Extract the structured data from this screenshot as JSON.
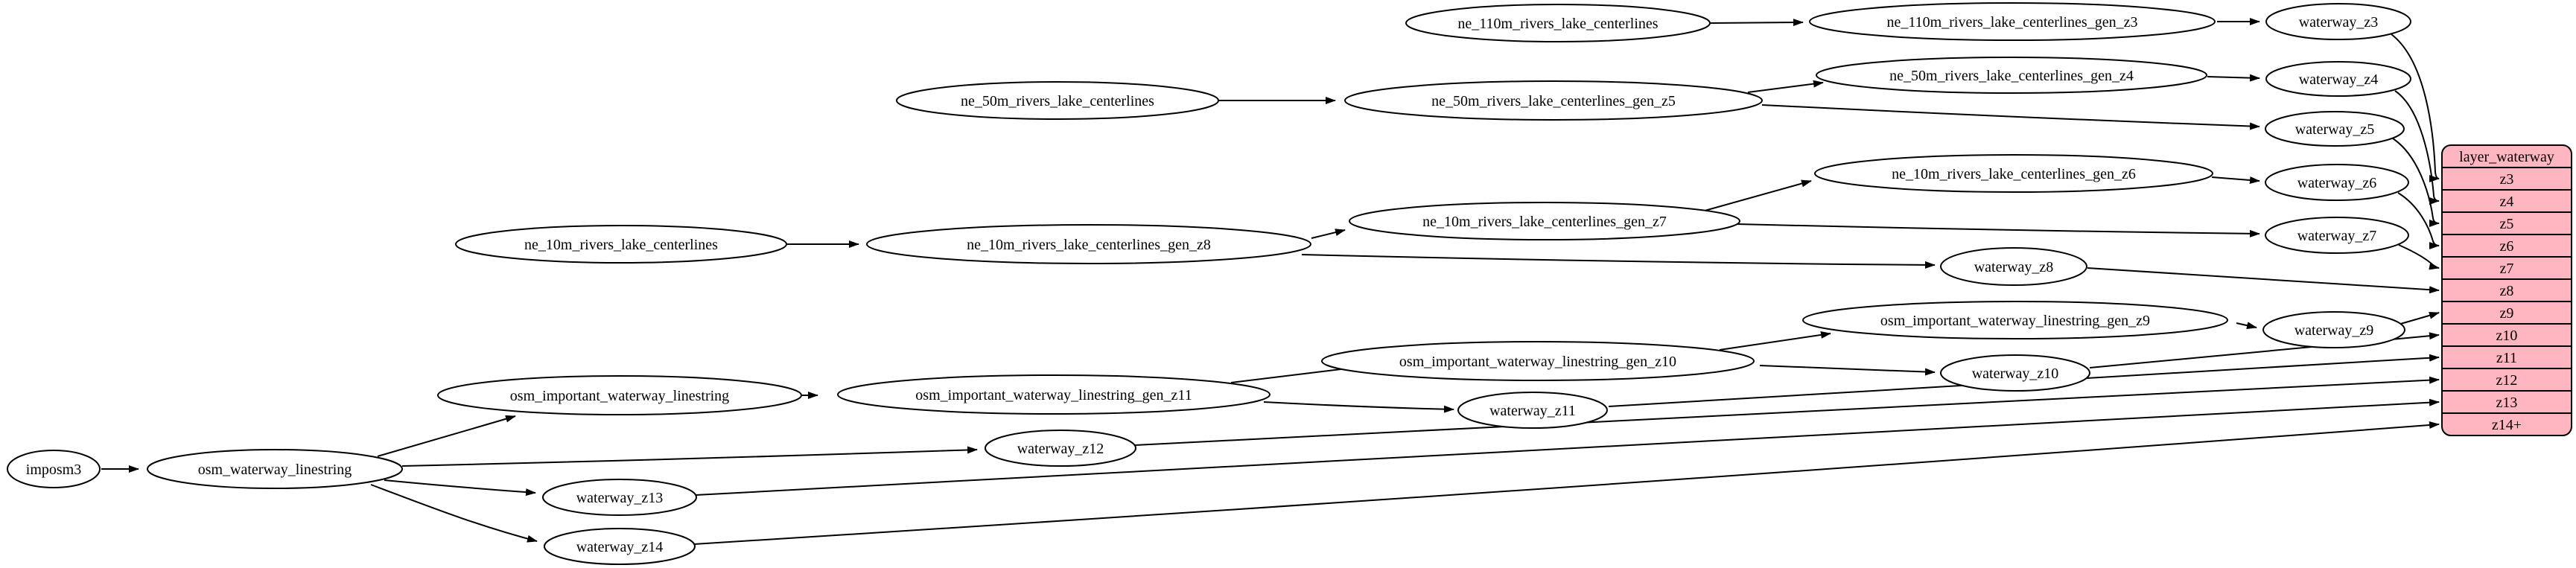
{
  "diagram": {
    "kind": "etl-dependency-graph",
    "colors": {
      "record_fill": "#ffb6c1",
      "node_fill": "#ffffff",
      "edge": "#000000",
      "text": "#000000"
    }
  },
  "nodes": {
    "imposm3": {
      "label": "imposm3"
    },
    "osm_waterway_linestring": {
      "label": "osm_waterway_linestring"
    },
    "osm_important_waterway_linestring": {
      "label": "osm_important_waterway_linestring"
    },
    "osm_important_waterway_linestring_gen_z11": {
      "label": "osm_important_waterway_linestring_gen_z11"
    },
    "osm_important_waterway_linestring_gen_z10": {
      "label": "osm_important_waterway_linestring_gen_z10"
    },
    "osm_important_waterway_linestring_gen_z9": {
      "label": "osm_important_waterway_linestring_gen_z9"
    },
    "ne_110m_rivers_lake_centerlines": {
      "label": "ne_110m_rivers_lake_centerlines"
    },
    "ne_110m_rivers_lake_centerlines_gen_z3": {
      "label": "ne_110m_rivers_lake_centerlines_gen_z3"
    },
    "ne_50m_rivers_lake_centerlines": {
      "label": "ne_50m_rivers_lake_centerlines"
    },
    "ne_50m_rivers_lake_centerlines_gen_z5": {
      "label": "ne_50m_rivers_lake_centerlines_gen_z5"
    },
    "ne_50m_rivers_lake_centerlines_gen_z4": {
      "label": "ne_50m_rivers_lake_centerlines_gen_z4"
    },
    "ne_10m_rivers_lake_centerlines": {
      "label": "ne_10m_rivers_lake_centerlines"
    },
    "ne_10m_rivers_lake_centerlines_gen_z8": {
      "label": "ne_10m_rivers_lake_centerlines_gen_z8"
    },
    "ne_10m_rivers_lake_centerlines_gen_z7": {
      "label": "ne_10m_rivers_lake_centerlines_gen_z7"
    },
    "ne_10m_rivers_lake_centerlines_gen_z6": {
      "label": "ne_10m_rivers_lake_centerlines_gen_z6"
    },
    "waterway_z3": {
      "label": "waterway_z3"
    },
    "waterway_z4": {
      "label": "waterway_z4"
    },
    "waterway_z5": {
      "label": "waterway_z5"
    },
    "waterway_z6": {
      "label": "waterway_z6"
    },
    "waterway_z7": {
      "label": "waterway_z7"
    },
    "waterway_z8": {
      "label": "waterway_z8"
    },
    "waterway_z9": {
      "label": "waterway_z9"
    },
    "waterway_z10": {
      "label": "waterway_z10"
    },
    "waterway_z11": {
      "label": "waterway_z11"
    },
    "waterway_z12": {
      "label": "waterway_z12"
    },
    "waterway_z13": {
      "label": "waterway_z13"
    },
    "waterway_z14": {
      "label": "waterway_z14"
    }
  },
  "record": {
    "title": "layer_waterway",
    "rows": [
      "z3",
      "z4",
      "z5",
      "z6",
      "z7",
      "z8",
      "z9",
      "z10",
      "z11",
      "z12",
      "z13",
      "z14+"
    ]
  },
  "edges": [
    {
      "from": "imposm3",
      "to": "osm_waterway_linestring"
    },
    {
      "from": "osm_waterway_linestring",
      "to": "osm_important_waterway_linestring"
    },
    {
      "from": "osm_waterway_linestring",
      "to": "waterway_z12"
    },
    {
      "from": "osm_waterway_linestring",
      "to": "waterway_z13"
    },
    {
      "from": "osm_waterway_linestring",
      "to": "waterway_z14"
    },
    {
      "from": "osm_important_waterway_linestring",
      "to": "osm_important_waterway_linestring_gen_z11"
    },
    {
      "from": "osm_important_waterway_linestring_gen_z11",
      "to": "osm_important_waterway_linestring_gen_z10"
    },
    {
      "from": "osm_important_waterway_linestring_gen_z11",
      "to": "waterway_z11"
    },
    {
      "from": "osm_important_waterway_linestring_gen_z10",
      "to": "osm_important_waterway_linestring_gen_z9"
    },
    {
      "from": "osm_important_waterway_linestring_gen_z10",
      "to": "waterway_z10"
    },
    {
      "from": "osm_important_waterway_linestring_gen_z9",
      "to": "waterway_z9"
    },
    {
      "from": "ne_110m_rivers_lake_centerlines",
      "to": "ne_110m_rivers_lake_centerlines_gen_z3"
    },
    {
      "from": "ne_110m_rivers_lake_centerlines_gen_z3",
      "to": "waterway_z3"
    },
    {
      "from": "ne_50m_rivers_lake_centerlines",
      "to": "ne_50m_rivers_lake_centerlines_gen_z5"
    },
    {
      "from": "ne_50m_rivers_lake_centerlines_gen_z5",
      "to": "ne_50m_rivers_lake_centerlines_gen_z4"
    },
    {
      "from": "ne_50m_rivers_lake_centerlines_gen_z5",
      "to": "waterway_z5"
    },
    {
      "from": "ne_50m_rivers_lake_centerlines_gen_z4",
      "to": "waterway_z4"
    },
    {
      "from": "ne_10m_rivers_lake_centerlines",
      "to": "ne_10m_rivers_lake_centerlines_gen_z8"
    },
    {
      "from": "ne_10m_rivers_lake_centerlines_gen_z8",
      "to": "ne_10m_rivers_lake_centerlines_gen_z7"
    },
    {
      "from": "ne_10m_rivers_lake_centerlines_gen_z8",
      "to": "waterway_z8"
    },
    {
      "from": "ne_10m_rivers_lake_centerlines_gen_z7",
      "to": "ne_10m_rivers_lake_centerlines_gen_z6"
    },
    {
      "from": "ne_10m_rivers_lake_centerlines_gen_z7",
      "to": "waterway_z7"
    },
    {
      "from": "ne_10m_rivers_lake_centerlines_gen_z6",
      "to": "waterway_z6"
    },
    {
      "from": "waterway_z3",
      "to": "layer_waterway.z3"
    },
    {
      "from": "waterway_z4",
      "to": "layer_waterway.z4"
    },
    {
      "from": "waterway_z5",
      "to": "layer_waterway.z5"
    },
    {
      "from": "waterway_z6",
      "to": "layer_waterway.z6"
    },
    {
      "from": "waterway_z7",
      "to": "layer_waterway.z7"
    },
    {
      "from": "waterway_z8",
      "to": "layer_waterway.z8"
    },
    {
      "from": "waterway_z9",
      "to": "layer_waterway.z9"
    },
    {
      "from": "waterway_z10",
      "to": "layer_waterway.z10"
    },
    {
      "from": "waterway_z11",
      "to": "layer_waterway.z11"
    },
    {
      "from": "waterway_z12",
      "to": "layer_waterway.z12"
    },
    {
      "from": "waterway_z13",
      "to": "layer_waterway.z13"
    },
    {
      "from": "waterway_z14",
      "to": "layer_waterway.z14+"
    }
  ]
}
